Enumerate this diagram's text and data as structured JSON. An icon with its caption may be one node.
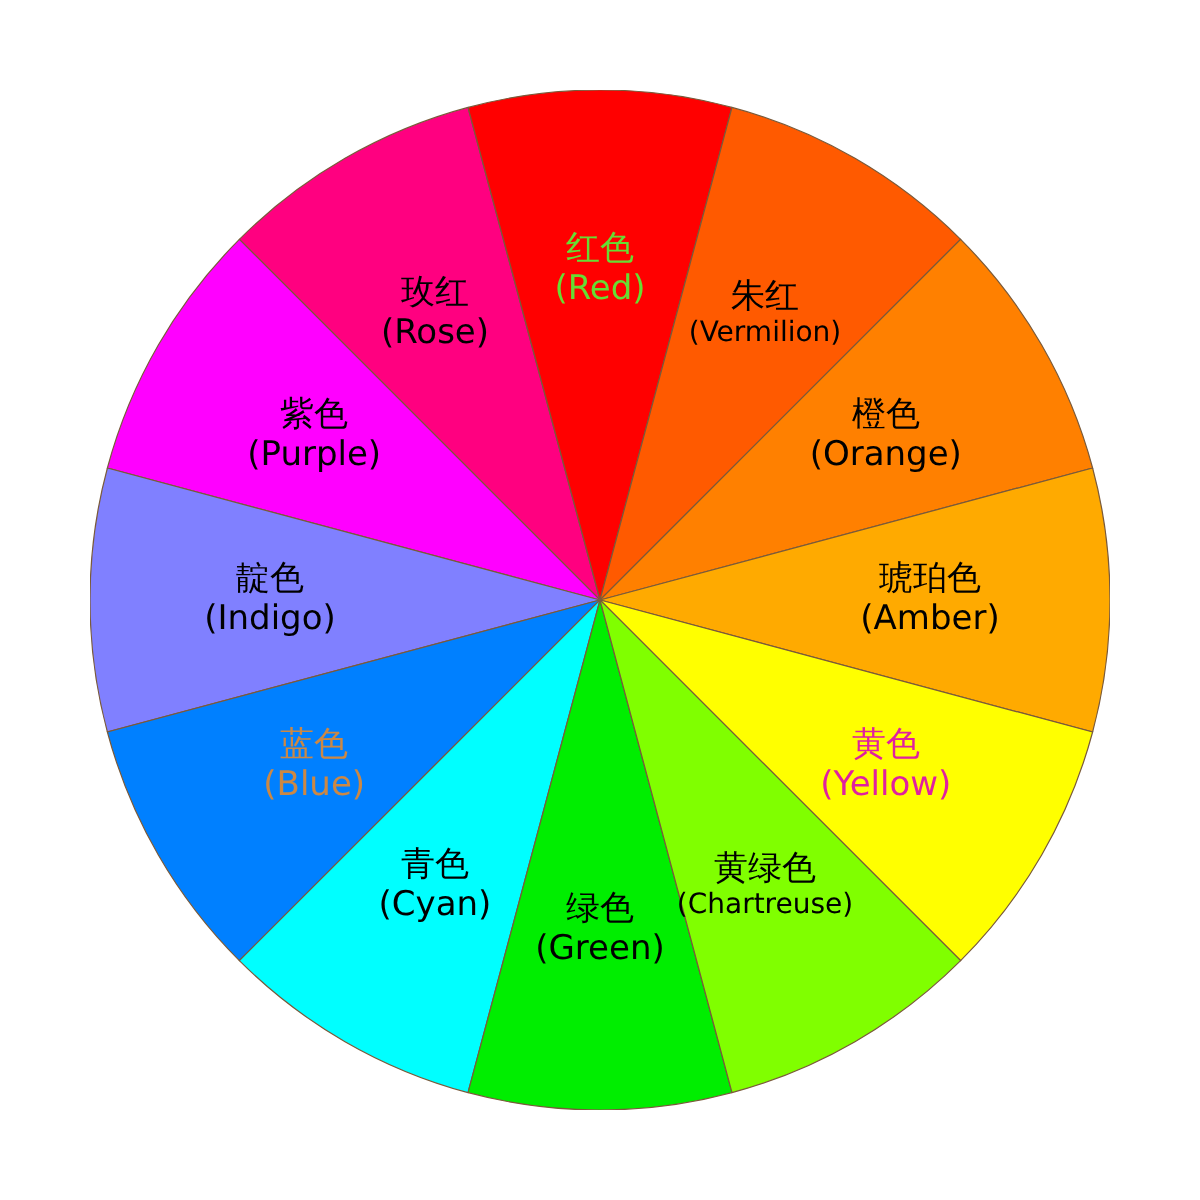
{
  "diagram": {
    "nodes": [
      {
        "text": [
          "玫红",
          "(Rose)"
        ]
      },
      {
        "text": [
          "红色",
          "(Red)"
        ]
      },
      {
        "text": [
          "朱红",
          "(Vermilion)"
        ]
      },
      {
        "text": [
          "紫色",
          "(Purple)"
        ]
      },
      {
        "text": [
          "橙色",
          "(Orange)"
        ]
      },
      {
        "text": [
          "靛色",
          "(Indigo)"
        ]
      },
      {
        "text": [
          "琥珀色",
          "(Amber)"
        ]
      },
      {
        "text": [
          "黄色",
          "(Yellow)"
        ]
      },
      {
        "text": [
          "蓝色",
          "(Blue)"
        ]
      },
      {
        "text": [
          "青色",
          "(Cyan)"
        ]
      },
      {
        "text": [
          "绿色",
          "(Green)"
        ]
      },
      {
        "text": [
          "黄绿色",
          "(Chartreuse)"
        ]
      }
    ]
  }
}
